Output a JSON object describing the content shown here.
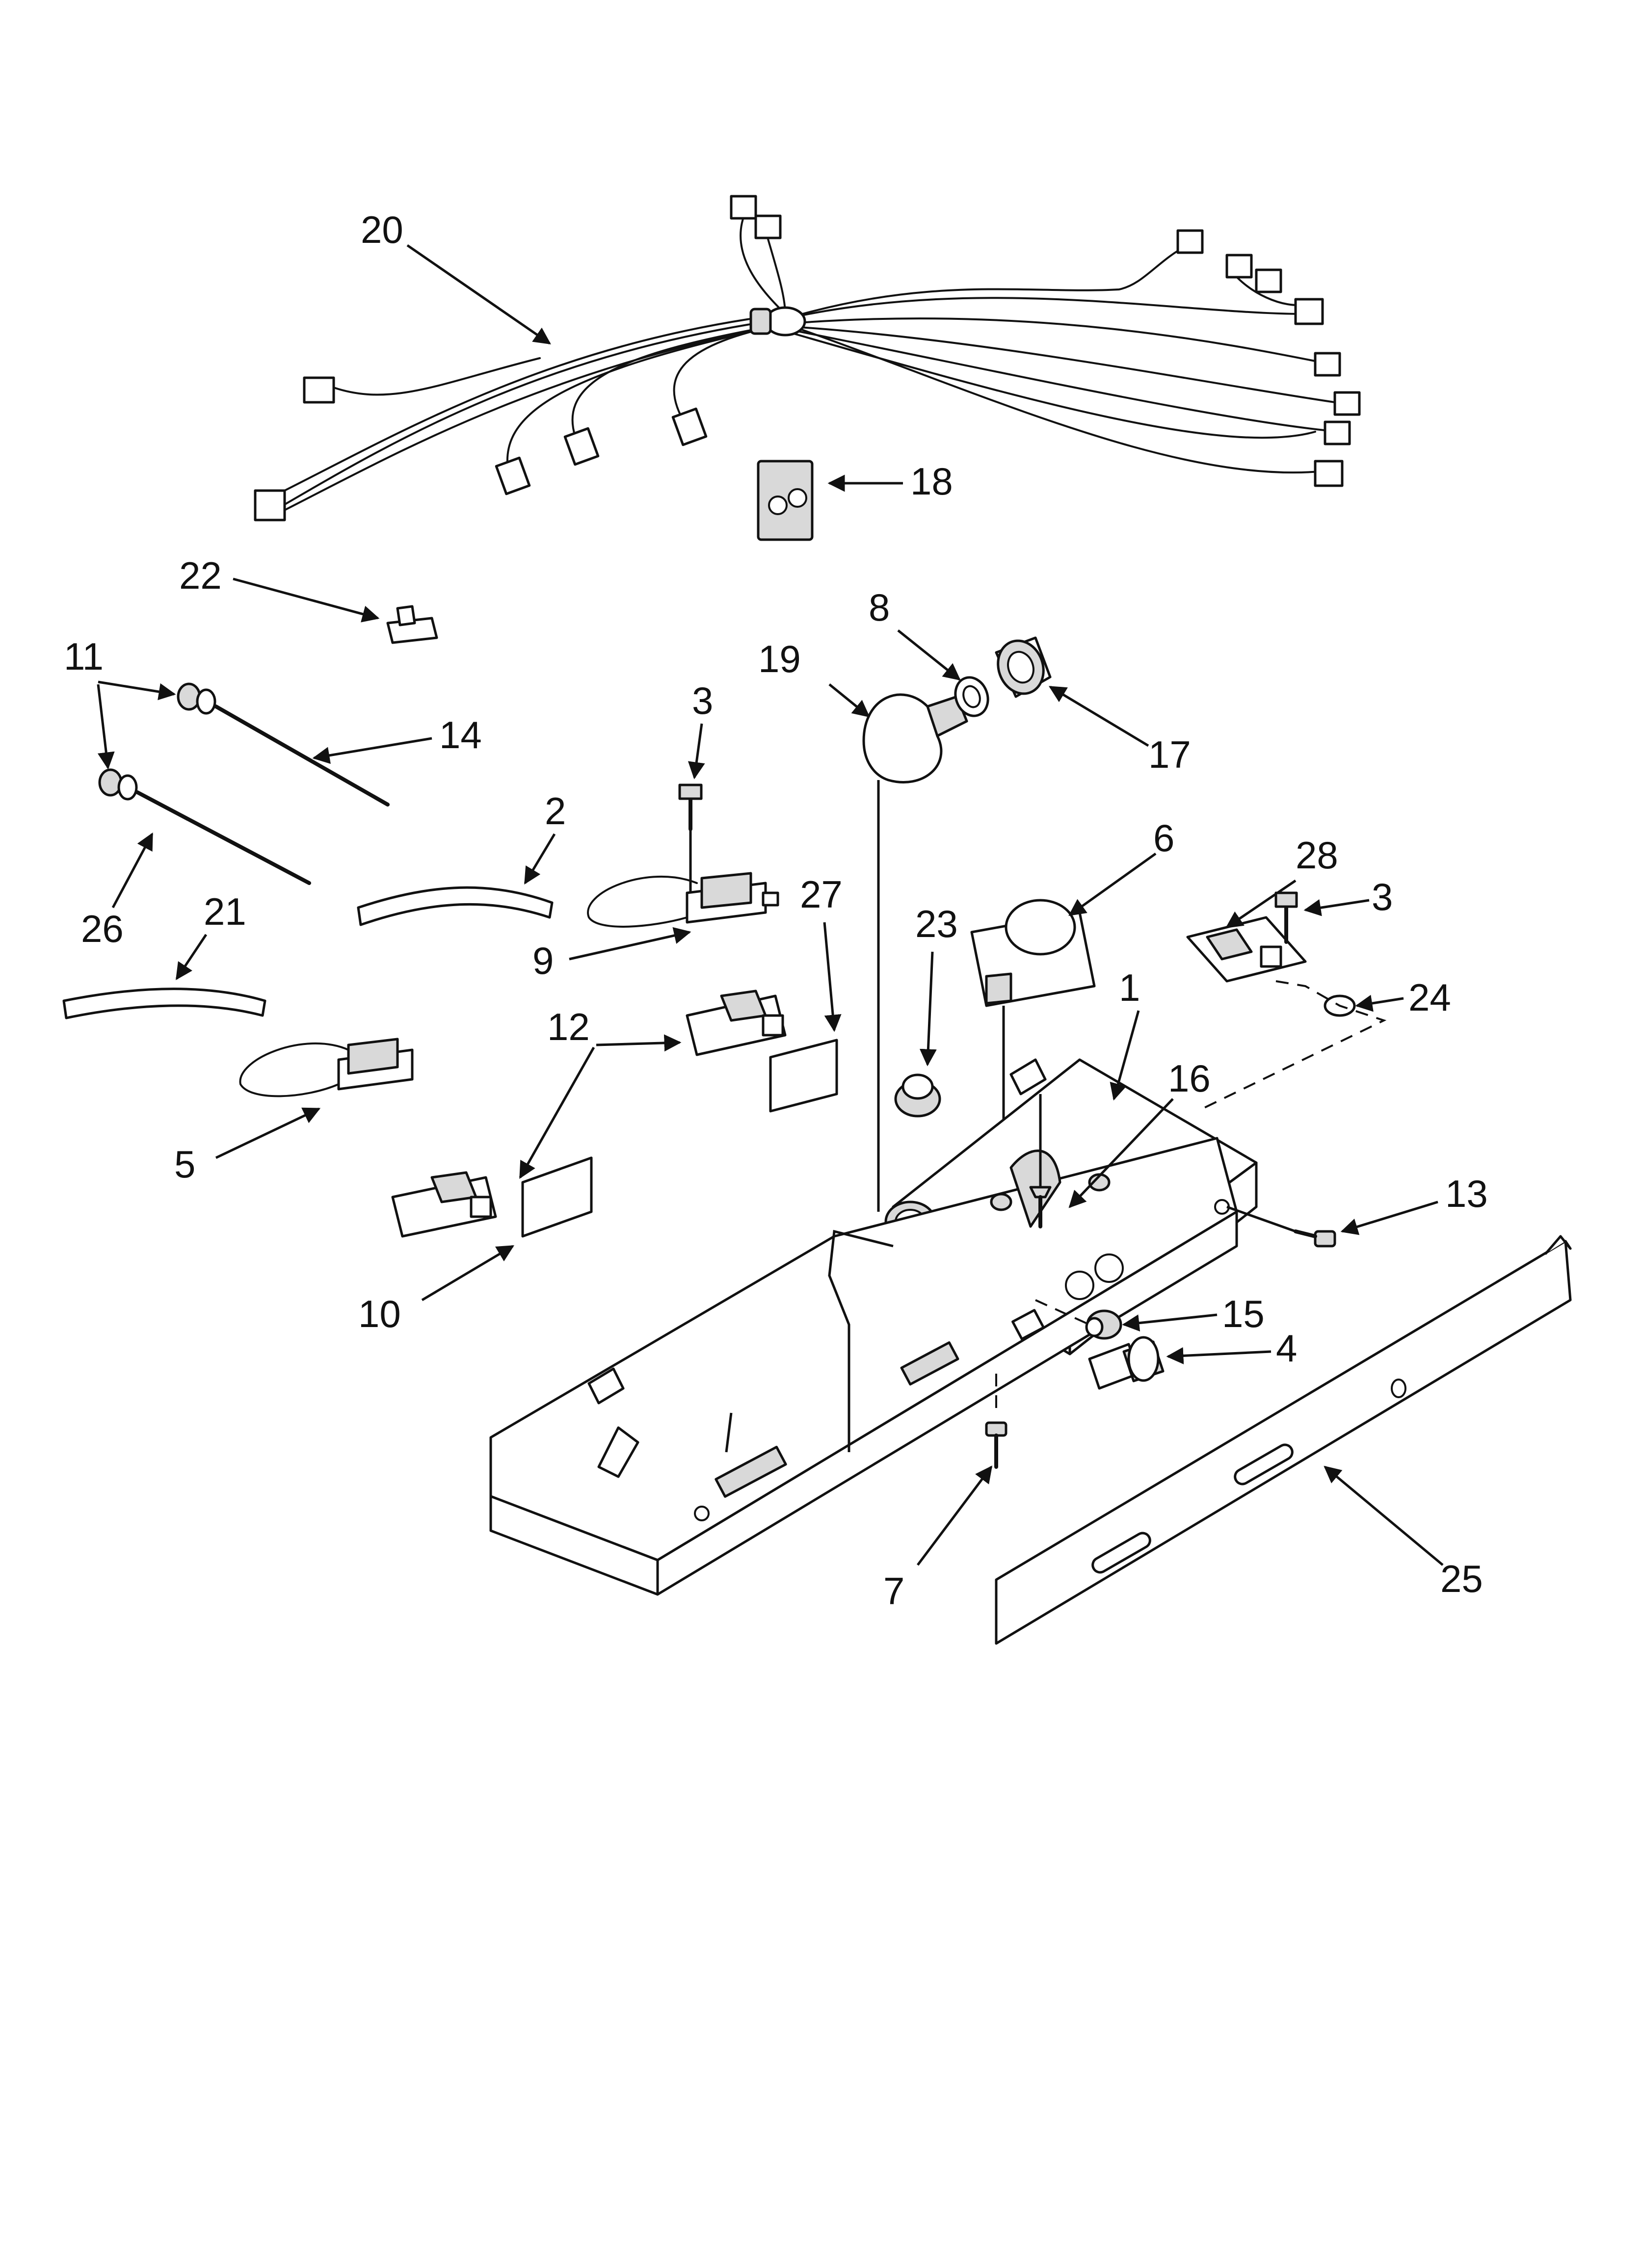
{
  "callouts": {
    "c1": "1",
    "c2": "2",
    "c3a": "3",
    "c3b": "3",
    "c4": "4",
    "c5": "5",
    "c6": "6",
    "c7": "7",
    "c8": "8",
    "c9": "9",
    "c10": "10",
    "c11": "11",
    "c12": "12",
    "c13": "13",
    "c14": "14",
    "c15": "15",
    "c16": "16",
    "c17": "17",
    "c18": "18",
    "c19": "19",
    "c20": "20",
    "c21": "21",
    "c22": "22",
    "c23": "23",
    "c24": "24",
    "c25": "25",
    "c26": "26",
    "c27": "27",
    "c28": "28"
  },
  "colors": {
    "line": "#111111",
    "background": "#ffffff",
    "shade": "#d9d9d9"
  }
}
